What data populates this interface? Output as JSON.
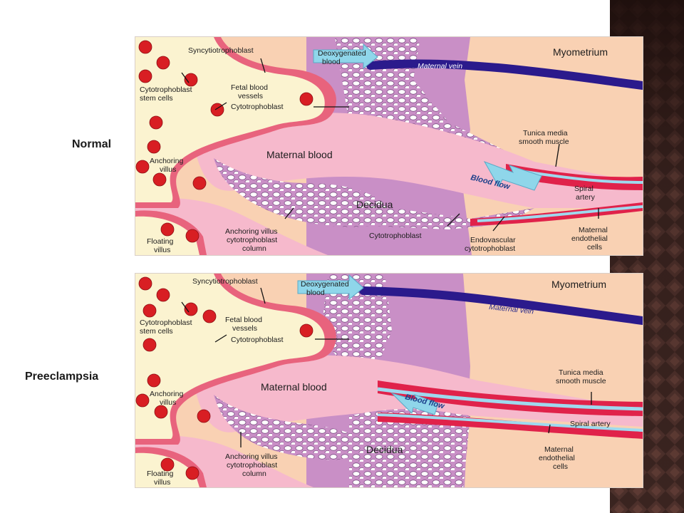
{
  "row_labels": {
    "normal": "Normal",
    "preeclampsia": "Preeclampsia"
  },
  "normal_panel": {
    "syncytiotrophoblast": "Syncytiotrophoblast",
    "deoxygenated_1": "Deoxygenated",
    "deoxygenated_2": "blood",
    "myometrium": "Myometrium",
    "maternal_vein": "Maternal vein",
    "cytotrophoblast_stem_1": "Cytotrophoblast",
    "cytotrophoblast_stem_2": "stem cells",
    "fetal_vessels_1": "Fetal blood",
    "fetal_vessels_2": "vessels",
    "cytotrophoblast": "Cytotrophoblast",
    "tunica_1": "Tunica media",
    "tunica_2": "smooth muscle",
    "maternal_blood": "Maternal blood",
    "anchoring_villus_1": "Anchoring",
    "anchoring_villus_2": "villus",
    "blood_flow": "Blood flow",
    "spiral_1": "Spiral",
    "spiral_2": "artery",
    "decidua": "Decidua",
    "cytotrophoblast_lower": "Cytotrophoblast",
    "floating_1": "Floating",
    "floating_2": "villus",
    "column_1": "Anchoring villus",
    "column_2": "cytotrophoblast",
    "column_3": "column",
    "endovascular_1": "Endovascular",
    "endovascular_2": "cytotrophoblast",
    "endothelial_1": "Maternal",
    "endothelial_2": "endothelial",
    "endothelial_3": "cells"
  },
  "preeclampsia_panel": {
    "syncytiotrophoblast": "Syncytiotrophoblast",
    "deoxygenated_1": "Deoxygenated",
    "deoxygenated_2": "blood",
    "myometrium": "Myometrium",
    "maternal_vein": "Maternal vein",
    "cytotrophoblast_stem_1": "Cytotrophoblast",
    "cytotrophoblast_stem_2": "stem cells",
    "fetal_vessels_1": "Fetal blood",
    "fetal_vessels_2": "vessels",
    "cytotrophoblast": "Cytotrophoblast",
    "tunica_1": "Tunica media",
    "tunica_2": "smooth muscle",
    "maternal_blood": "Maternal blood",
    "anchoring_villus_1": "Anchoring",
    "anchoring_villus_2": "villus",
    "blood_flow": "Blood flow",
    "spiral": "Spiral artery",
    "decidua": "Decidua",
    "floating_1": "Floating",
    "floating_2": "villus",
    "column_1": "Anchoring villus",
    "column_2": "cytotrophoblast",
    "column_3": "column",
    "endothelial_1": "Maternal",
    "endothelial_2": "endothelial",
    "endothelial_3": "cells"
  },
  "colors": {
    "myometrium": "#f9d1b3",
    "decidua": "#c98fc6",
    "maternal_blood": "#f6b9cc",
    "villus_core": "#fbf3d0",
    "syncytio": "#e8637d",
    "vein": "#2b1a8c",
    "artery_muscle": "#e0224a",
    "flow_arrow": "#8fd6ea",
    "rbc": "#d81e23"
  }
}
